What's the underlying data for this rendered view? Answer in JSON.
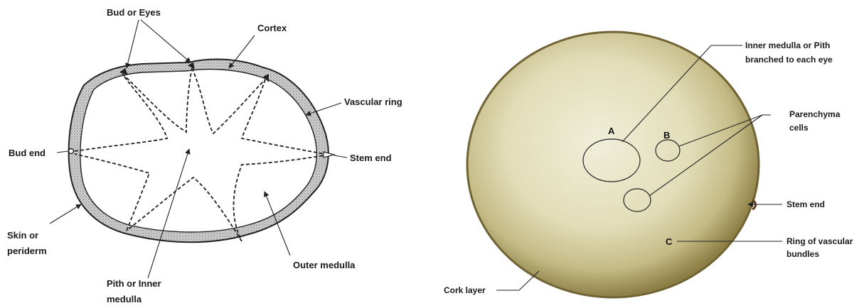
{
  "diagram": {
    "labels": {
      "bud_or_eyes": "Bud or Eyes",
      "cortex": "Cortex",
      "vascular_ring": "Vascular ring",
      "bud_end": "Bud end",
      "stem_end": "Stem end",
      "skin_line1": "Skin or",
      "skin_line2": "periderm",
      "outer_medulla": "Outer medulla",
      "pith_line1": "Pith or Inner",
      "pith_line2": "medulla"
    }
  },
  "photo": {
    "labels": {
      "inner_line1": "Inner medulla or Pith",
      "inner_line2": "branched to each eye",
      "paren_line1": "Parenchyma",
      "paren_line2": "cells",
      "stem_end": "Stem end",
      "ring_line1": "Ring of vascular",
      "ring_line2": "bundles",
      "cork_layer": "Cork layer"
    },
    "markers": {
      "a": "A",
      "b": "B",
      "c": "C"
    }
  },
  "colors": {
    "tuber_outer": "#8c7d45",
    "tuber_mid": "#c9c08e",
    "tuber_inner": "#ebe8cf",
    "cortex_fill": "#9a9a9a"
  }
}
